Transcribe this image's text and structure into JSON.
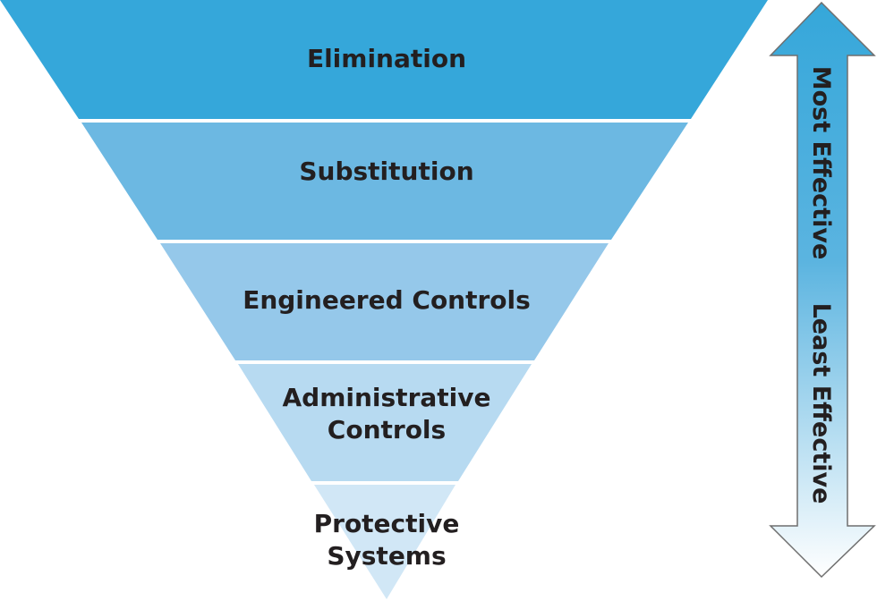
{
  "tiers": [
    {
      "label": "Elimination",
      "color": "#35a7da"
    },
    {
      "label": "Substitution",
      "color": "#6cb8e2"
    },
    {
      "label": "Engineered Controls",
      "color": "#95c8ea"
    },
    {
      "label": "Administrative Controls",
      "color": "#b7daf1"
    },
    {
      "label": "Protective Systems",
      "color": "#d1e7f6"
    }
  ],
  "arrow": {
    "top_label": "Most Effective",
    "bottom_label": "Least Effective",
    "color_top": "#35a7da",
    "color_bottom": "#ffffff",
    "outline": "#6f6f6f"
  }
}
